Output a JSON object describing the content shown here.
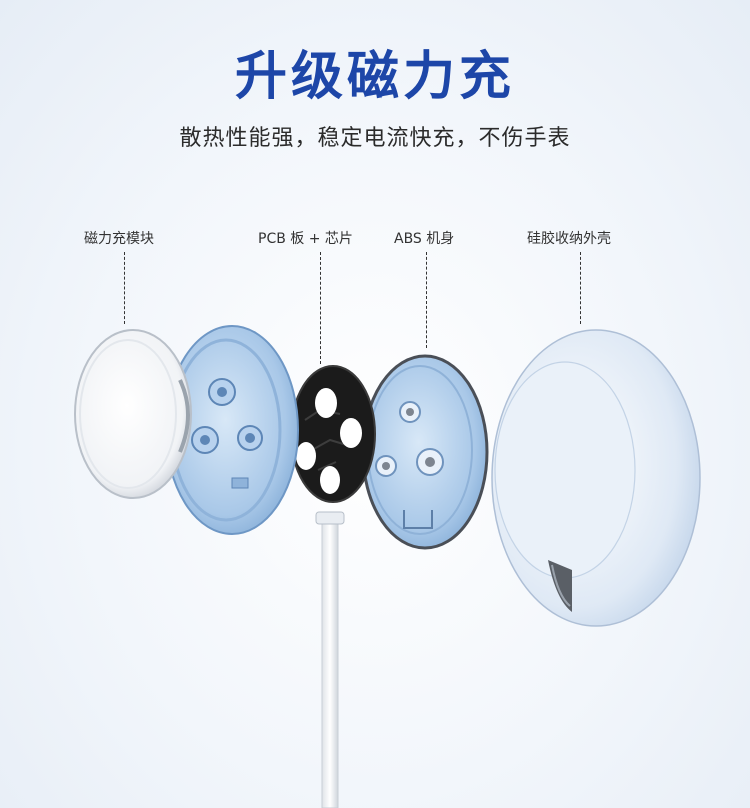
{
  "header": {
    "title": "升级磁力充",
    "subtitle": "散热性能强，稳定电流快充，不伤手表"
  },
  "parts": [
    {
      "label": "磁力充模块"
    },
    {
      "label": "PCB 板 + 芯片"
    },
    {
      "label": "ABS 机身"
    },
    {
      "label": "硅胶收纳外壳"
    }
  ],
  "colors": {
    "title": "#1d46a8",
    "shell": "#d5e3f4",
    "clear_plastic": "#a9c8e8",
    "pcb": "#1b1b1b"
  }
}
